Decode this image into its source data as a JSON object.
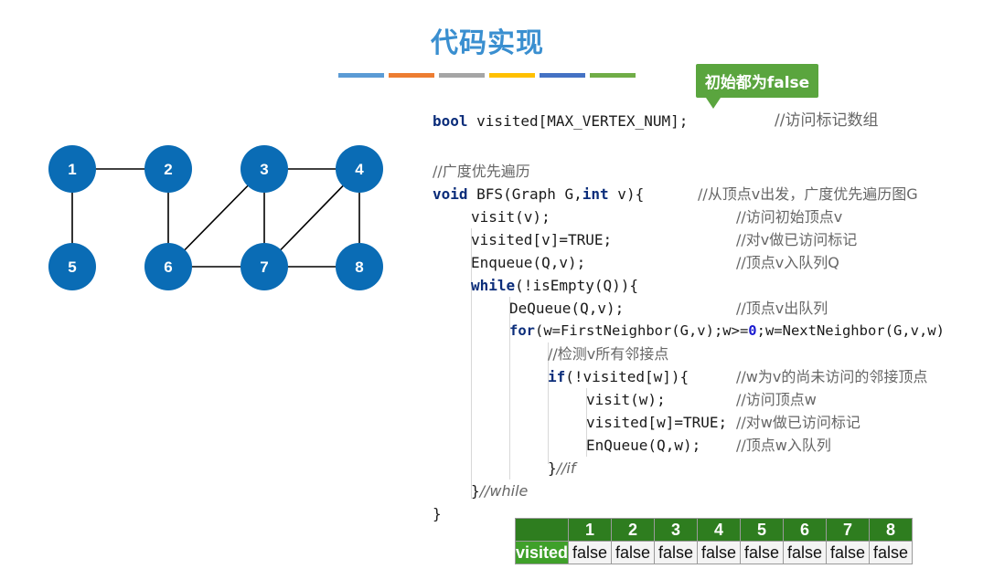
{
  "title": "代码实现",
  "accent_bar_colors": [
    "#5b9bd5",
    "#ed7d31",
    "#a5a5a5",
    "#ffc000",
    "#4472c4",
    "#70ad47"
  ],
  "tooltip": "初始都为false",
  "graph": {
    "nodes": [
      "1",
      "2",
      "3",
      "4",
      "5",
      "6",
      "7",
      "8"
    ],
    "edges": [
      [
        "1",
        "2"
      ],
      [
        "1",
        "5"
      ],
      [
        "2",
        "6"
      ],
      [
        "3",
        "6"
      ],
      [
        "3",
        "4"
      ],
      [
        "3",
        "7"
      ],
      [
        "4",
        "7"
      ],
      [
        "4",
        "8"
      ],
      [
        "6",
        "7"
      ],
      [
        "7",
        "8"
      ]
    ],
    "node_color": "#0a6cb5"
  },
  "code": {
    "decl": "bool visited[MAX_VERTEX_NUM];",
    "decl_comment": "//访问标记数组",
    "bfs_comment": "//广度优先遍历",
    "sig": "void BFS(Graph G,int v){",
    "sig_comment": "//从顶点v出发，广度优先遍历图G",
    "l_visit": "visit(v);",
    "l_visit_c": "//访问初始顶点v",
    "l_visited": "visited[v]=TRUE;",
    "l_visited_c": "//对v做已访问标记",
    "l_enq": "Enqueue(Q,v);",
    "l_enq_c": "//顶点v入队列Q",
    "l_while": "while(!isEmpty(Q)){",
    "l_deq": "DeQueue(Q,v);",
    "l_deq_c": "//顶点v出队列",
    "l_for": "for(w=FirstNeighbor(G,v);w>=0;w=NextNeighbor(G,v,w))",
    "l_check_c": "//检测v所有邻接点",
    "l_if": "if(!visited[w]){",
    "l_if_c": "//w为v的尚未访问的邻接顶点",
    "l_visitw": "visit(w);",
    "l_visitw_c": "//访问顶点w",
    "l_visitedw": "visited[w]=TRUE;",
    "l_visitedw_c": "//对w做已访问标记",
    "l_enqw": "EnQueue(Q,w);",
    "l_enqw_c": "//顶点w入队列",
    "l_endif": "}//if",
    "l_endwhile": "}//while",
    "l_end": "}"
  },
  "visited_table": {
    "label": "visited",
    "headers": [
      "1",
      "2",
      "3",
      "4",
      "5",
      "6",
      "7",
      "8"
    ],
    "values": [
      "false",
      "false",
      "false",
      "false",
      "false",
      "false",
      "false",
      "false"
    ]
  }
}
